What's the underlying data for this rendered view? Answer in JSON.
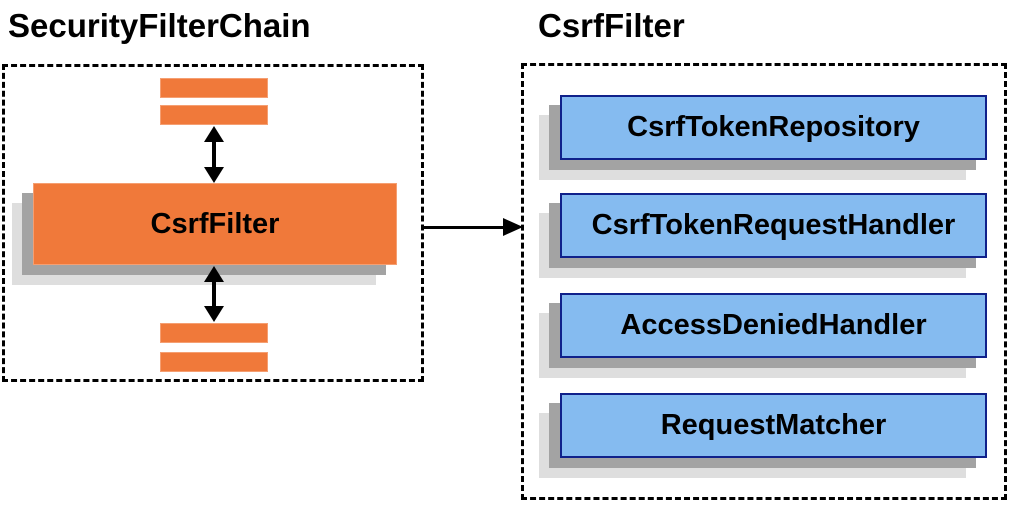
{
  "titles": {
    "left": "SecurityFilterChain",
    "right": "CsrfFilter"
  },
  "security_filter_chain": {
    "csrf_filter_label": "CsrfFilter"
  },
  "csrf_filter_panel": {
    "components": [
      "CsrfTokenRepository",
      "CsrfTokenRequestHandler",
      "AccessDeniedHandler",
      "RequestMatcher"
    ]
  },
  "colors": {
    "orange_fill": "#F0793A",
    "orange_border": "#F59F72",
    "blue_fill": "#85BBF0",
    "blue_border": "#10218B",
    "shadow_dark": "#A3A3A3",
    "shadow_light": "#DEDEDE",
    "line": "#000000"
  }
}
